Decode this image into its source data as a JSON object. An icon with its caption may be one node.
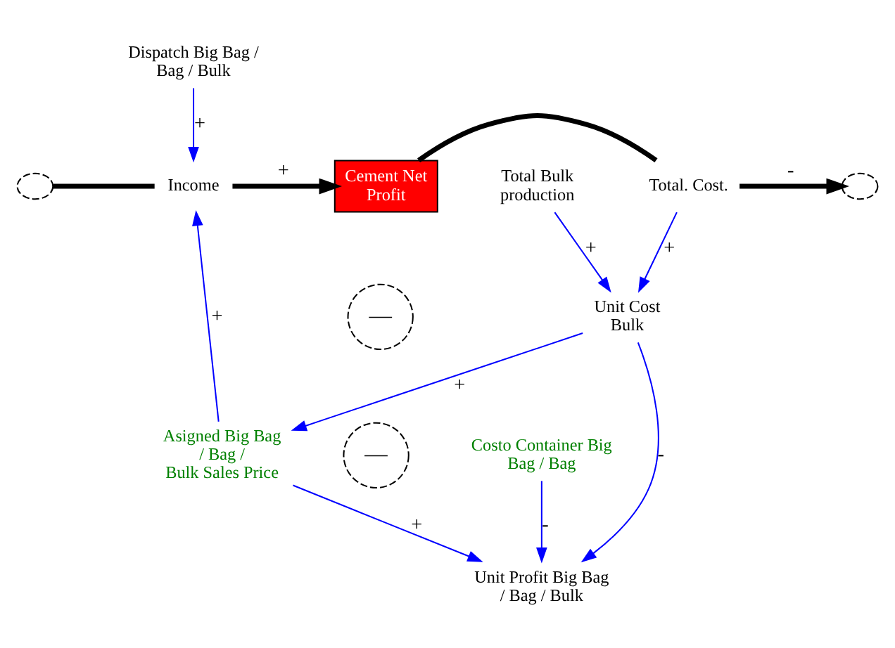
{
  "diagram": {
    "nodes": [
      {
        "text": [],
        "shape": "cloud"
      },
      {
        "text": [
          "Income"
        ]
      },
      {
        "text": [
          "Cement Net Profit"
        ]
      },
      {
        "text": [
          "Total. Cost."
        ]
      },
      {
        "text": [],
        "shape": "cloud"
      },
      {
        "text": [
          "Total Bulk production"
        ]
      },
      {
        "text": [
          "Asigned Big Bag / Bag / Bulk Sales Price"
        ]
      },
      {
        "text": [
          "Unit Cost Bulk"
        ]
      },
      {
        "text": [
          "Dispatch Big Bag / Bag / Bulk"
        ]
      },
      {
        "text": [
          "Unit Profit Big Bag / Bag / Bulk"
        ]
      },
      {
        "text": [
          "Costo Container Big Bag / Bag"
        ]
      }
    ],
    "edges": [
      {
        "from": 0,
        "to": 1,
        "arrow": "none",
        "style": "thick",
        "color": "#000000"
      },
      {
        "from": 1,
        "to": 2,
        "arrow": "to",
        "label": "+",
        "style": "thick",
        "color": "#000000"
      },
      {
        "from": 2,
        "to": 3,
        "arrow": "none",
        "style": "thick",
        "color": "#000000"
      },
      {
        "from": 3,
        "to": 4,
        "arrow": "to",
        "label": "-",
        "style": "thick",
        "color": "#000000"
      },
      {
        "from": 8,
        "to": 1,
        "arrow": "to",
        "label": "+"
      },
      {
        "from": 6,
        "to": 1,
        "arrow": "to",
        "label": "+"
      },
      {
        "from": 3,
        "to": 7,
        "arrow": "to",
        "label": "+"
      },
      {
        "from": 5,
        "to": 7,
        "arrow": "to",
        "label": "+"
      },
      {
        "from": 7,
        "to": 6,
        "arrow": "to",
        "label": "+"
      },
      {
        "from": 6,
        "to": 9,
        "arrow": "to",
        "label": "+"
      },
      {
        "from": 7,
        "to": 9,
        "arrow": "to",
        "label": "-"
      },
      {
        "from": 10,
        "to": 9,
        "arrow": "to",
        "label": "-"
      }
    ],
    "labels": [
      "—",
      "—"
    ]
  }
}
